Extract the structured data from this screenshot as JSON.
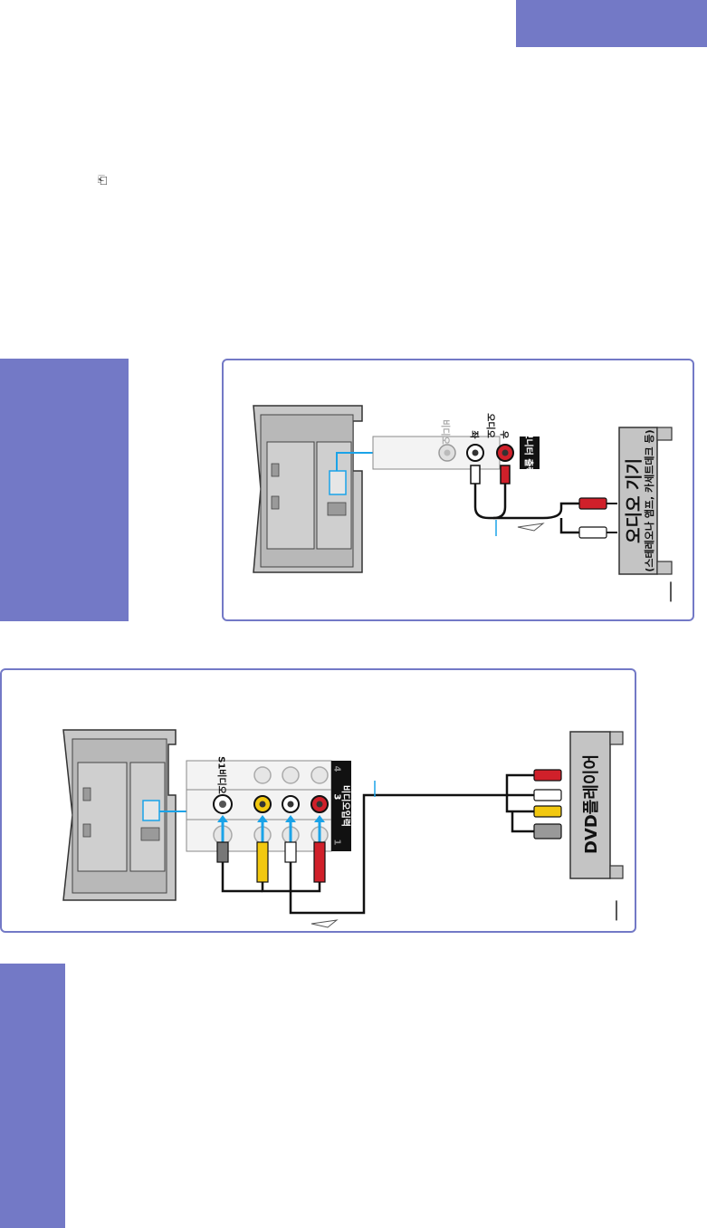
{
  "colors": {
    "accent": "#7379c6",
    "cable_blue": "#1aa3e8",
    "rca_red": "#d0202a",
    "rca_yellow": "#f2c80f",
    "rca_white": "#ffffff",
    "panel_gray": "#bdbdbd"
  },
  "small_icon": "⎗",
  "panel1": {
    "video_label": "비디오",
    "left_label": "좌",
    "audio_label": "오디오",
    "right_label": "우",
    "monitor_out_label": "모니터 출력",
    "device_title": "오디오 기기",
    "device_subtitle": "(스테레오나 앰프, 카세트데크 등)"
  },
  "panel2": {
    "s_video_label": "S1비디오",
    "input_label": "비디오입력",
    "input_num_3": "3",
    "input_num_1": "1",
    "input_num_4": "4",
    "device_title": "DVD플레이어"
  }
}
